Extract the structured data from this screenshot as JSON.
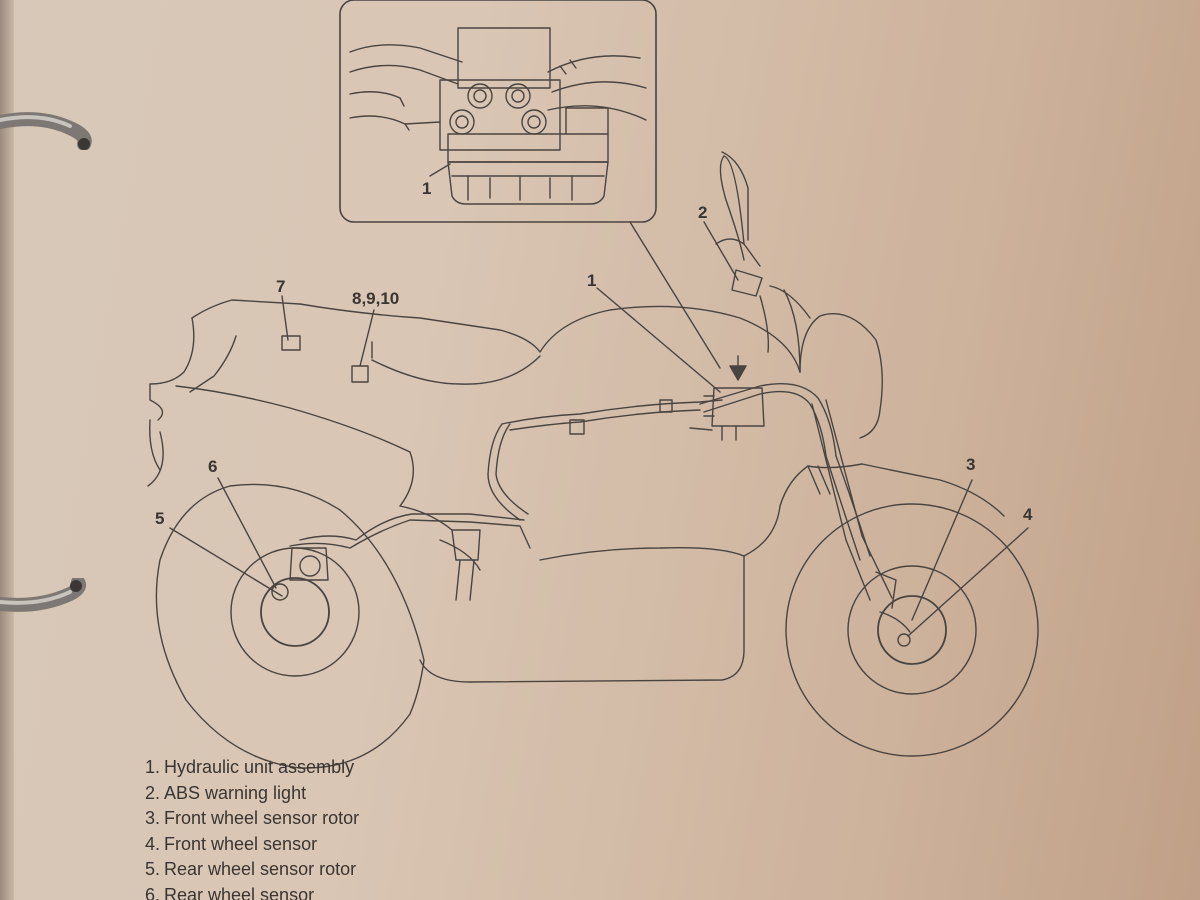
{
  "callouts": {
    "inset_1": "1",
    "c1": "1",
    "c2": "2",
    "c3": "3",
    "c4": "4",
    "c5": "5",
    "c6": "6",
    "c7": "7",
    "c8910": "8,9,10"
  },
  "legend": [
    {
      "num": "1.",
      "label": "Hydraulic unit assembly"
    },
    {
      "num": "2.",
      "label": "ABS warning light"
    },
    {
      "num": "3.",
      "label": "Front wheel sensor rotor"
    },
    {
      "num": "4.",
      "label": "Front wheel sensor"
    },
    {
      "num": "5.",
      "label": "Rear wheel sensor rotor"
    },
    {
      "num": "6.",
      "label": "Rear wheel sensor"
    }
  ],
  "colors": {
    "paper": "#d8c6b4",
    "line": "#4a4440",
    "text": "#3a3532",
    "ring": "#8e8a86"
  }
}
